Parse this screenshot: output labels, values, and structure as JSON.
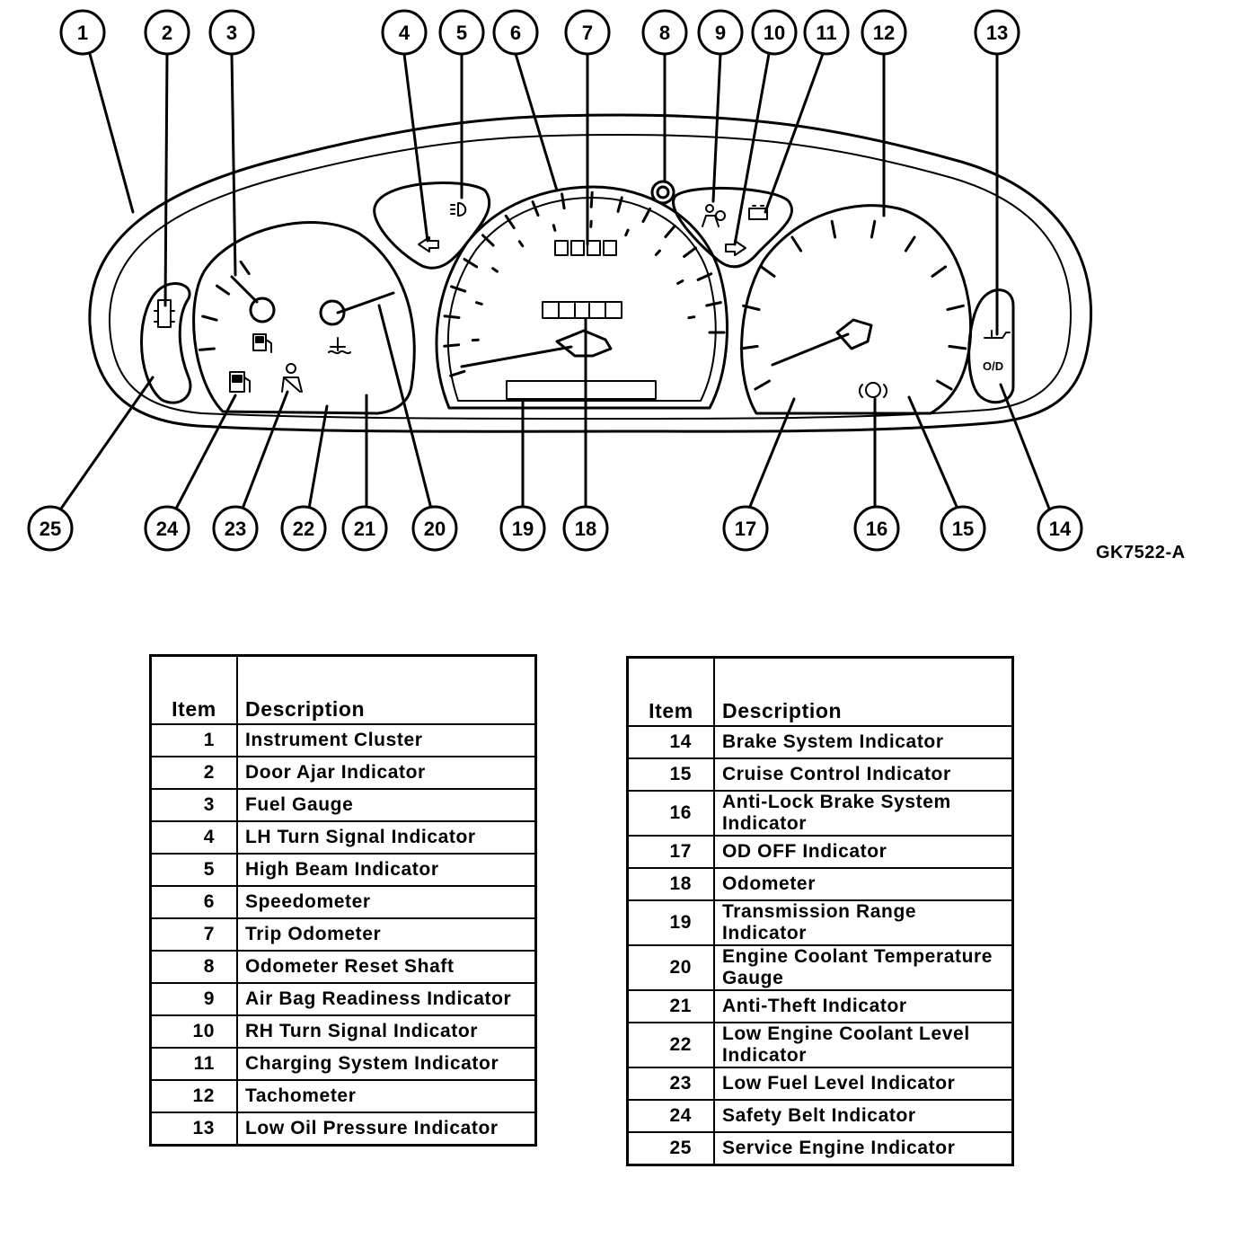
{
  "figure_id": "GK7522-A",
  "callouts_top": [
    "1",
    "2",
    "3",
    "4",
    "5",
    "6",
    "7",
    "8",
    "9",
    "10",
    "11",
    "12",
    "13"
  ],
  "callouts_bottom": [
    "25",
    "24",
    "23",
    "22",
    "21",
    "20",
    "19",
    "18",
    "17",
    "16",
    "15",
    "14"
  ],
  "table_headers": {
    "item": "Item",
    "description": "Description"
  },
  "legend_left": [
    {
      "item": "1",
      "description": "Instrument Cluster"
    },
    {
      "item": "2",
      "description": "Door Ajar Indicator"
    },
    {
      "item": "3",
      "description": "Fuel Gauge"
    },
    {
      "item": "4",
      "description": "LH Turn Signal Indicator"
    },
    {
      "item": "5",
      "description": "High Beam Indicator"
    },
    {
      "item": "6",
      "description": "Speedometer"
    },
    {
      "item": "7",
      "description": "Trip Odometer"
    },
    {
      "item": "8",
      "description": "Odometer Reset Shaft"
    },
    {
      "item": "9",
      "description": "Air Bag Readiness Indicator"
    },
    {
      "item": "10",
      "description": "RH Turn Signal Indicator"
    },
    {
      "item": "11",
      "description": "Charging System Indicator"
    },
    {
      "item": "12",
      "description": "Tachometer"
    },
    {
      "item": "13",
      "description": "Low Oil Pressure Indicator"
    }
  ],
  "legend_right": [
    {
      "item": "14",
      "description": "Brake System Indicator"
    },
    {
      "item": "15",
      "description": "Cruise Control Indicator"
    },
    {
      "item": "16",
      "description": "Anti-Lock Brake System Indicator"
    },
    {
      "item": "17",
      "description": "OD OFF Indicator"
    },
    {
      "item": "18",
      "description": "Odometer"
    },
    {
      "item": "19",
      "description": "Transmission Range Indicator"
    },
    {
      "item": "20",
      "description": "Engine Coolant Temperature Gauge"
    },
    {
      "item": "21",
      "description": "Anti-Theft Indicator"
    },
    {
      "item": "22",
      "description": "Low Engine Coolant Level Indicator"
    },
    {
      "item": "23",
      "description": "Low Fuel Level Indicator"
    },
    {
      "item": "24",
      "description": "Safety Belt Indicator"
    },
    {
      "item": "25",
      "description": "Service Engine Indicator"
    }
  ],
  "icon_labels": {
    "od_off": "O/D"
  }
}
